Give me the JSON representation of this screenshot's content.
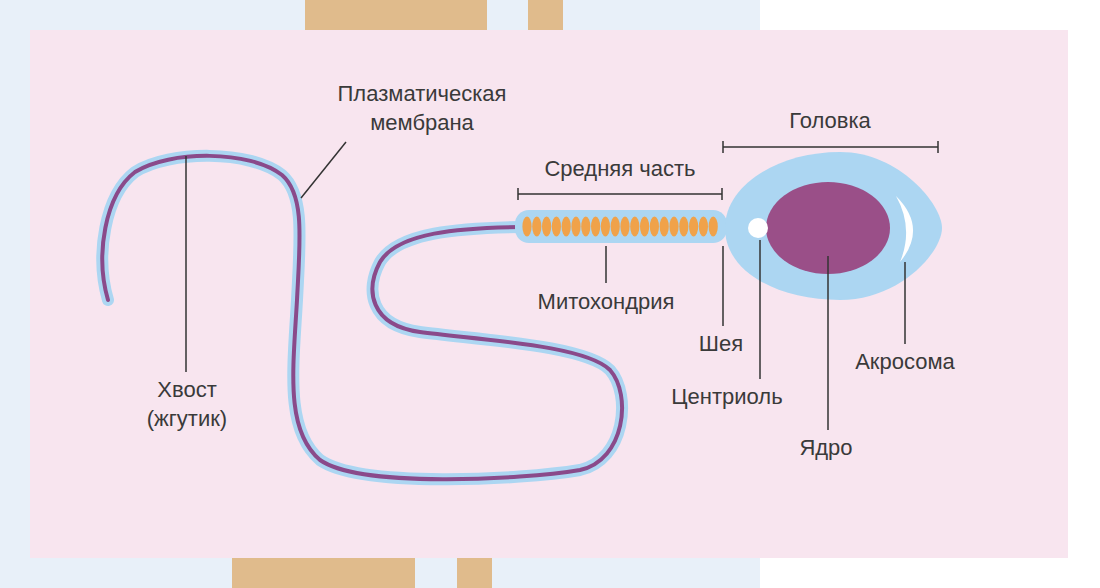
{
  "diagram": {
    "labels": [
      "Плазматическая мембрана",
      "Головка",
      "Средняя часть",
      "Митохондрия",
      "Шея",
      "Центриоль",
      "Акросома",
      "Ядро",
      "Хвост (жгутик)"
    ]
  }
}
